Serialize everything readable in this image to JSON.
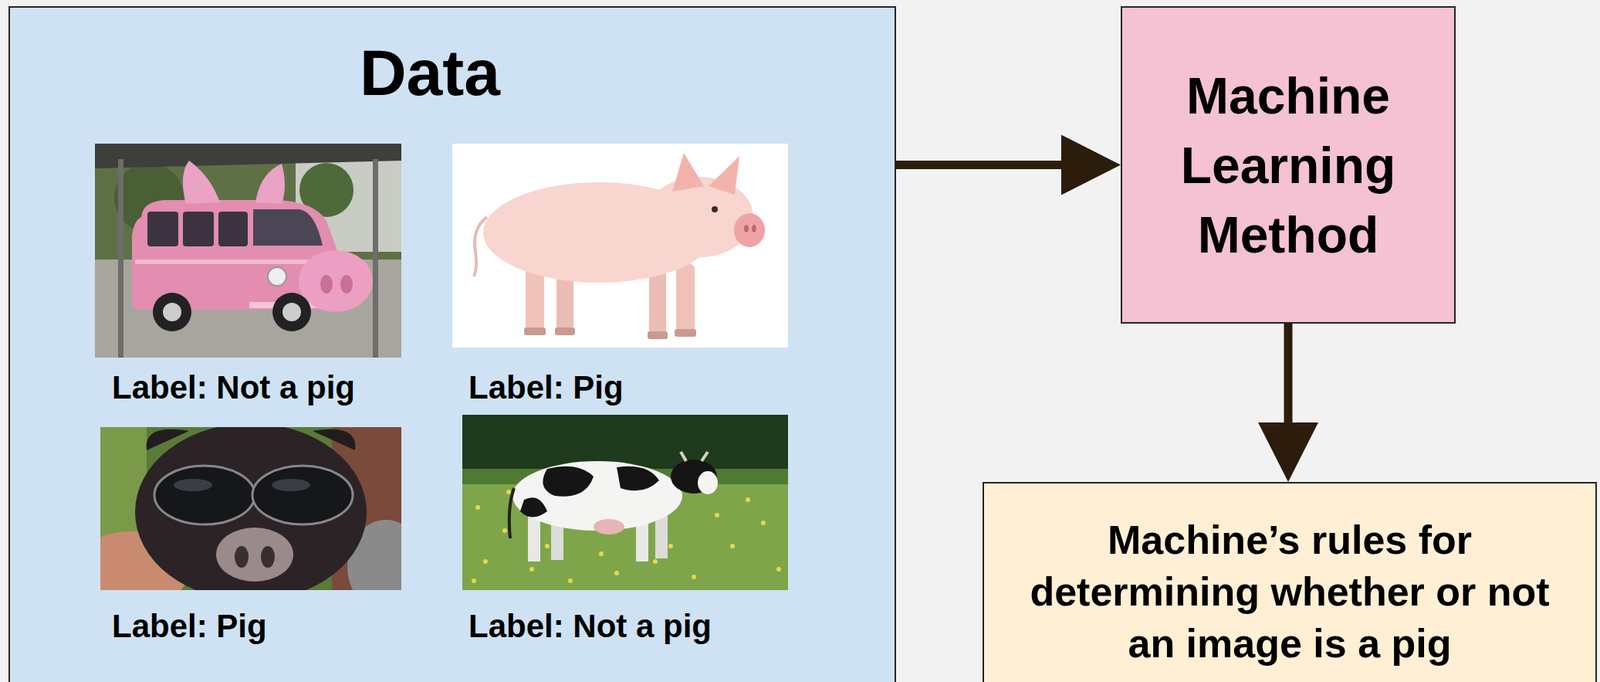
{
  "diagram": {
    "nodes": [
      {
        "text": [
          "Data"
        ]
      },
      {
        "text": [
          "Machine Learning Method"
        ]
      },
      {
        "text": [
          "Machine’s rules for determining whether or not an image is a pig"
        ]
      }
    ],
    "edges": [
      {
        "from": 0,
        "to": 1,
        "arrow": "to"
      },
      {
        "from": 1,
        "to": 2,
        "arrow": "to"
      }
    ],
    "labels": [
      "Label: Not a pig",
      "Label: Pig",
      "Label: Pig",
      "Label: Not a pig"
    ]
  }
}
